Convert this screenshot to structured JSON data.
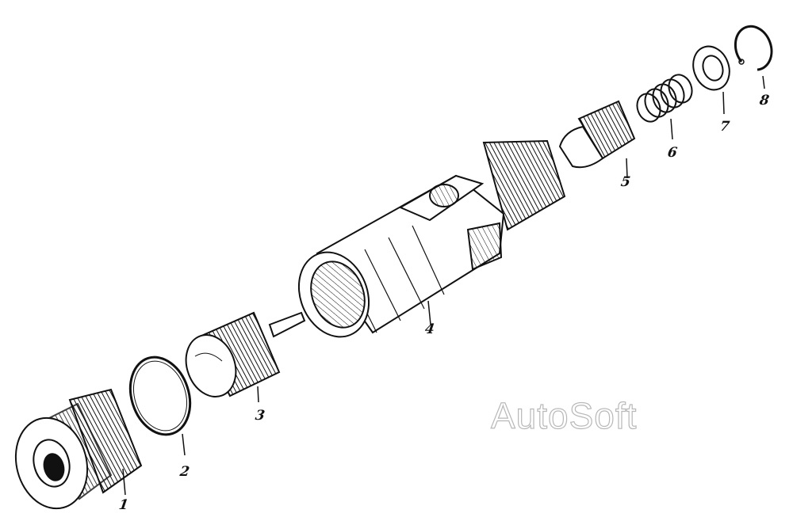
{
  "parts": [
    {
      "number": "1"
    },
    {
      "number": "2"
    },
    {
      "number": "3"
    },
    {
      "number": "4"
    },
    {
      "number": "5"
    },
    {
      "number": "6"
    },
    {
      "number": "7"
    },
    {
      "number": "8"
    }
  ],
  "watermark": "AutoSoft",
  "colors": {
    "ink": "#111111",
    "paper": "#ffffff",
    "watermark": "#b8b8b8"
  }
}
